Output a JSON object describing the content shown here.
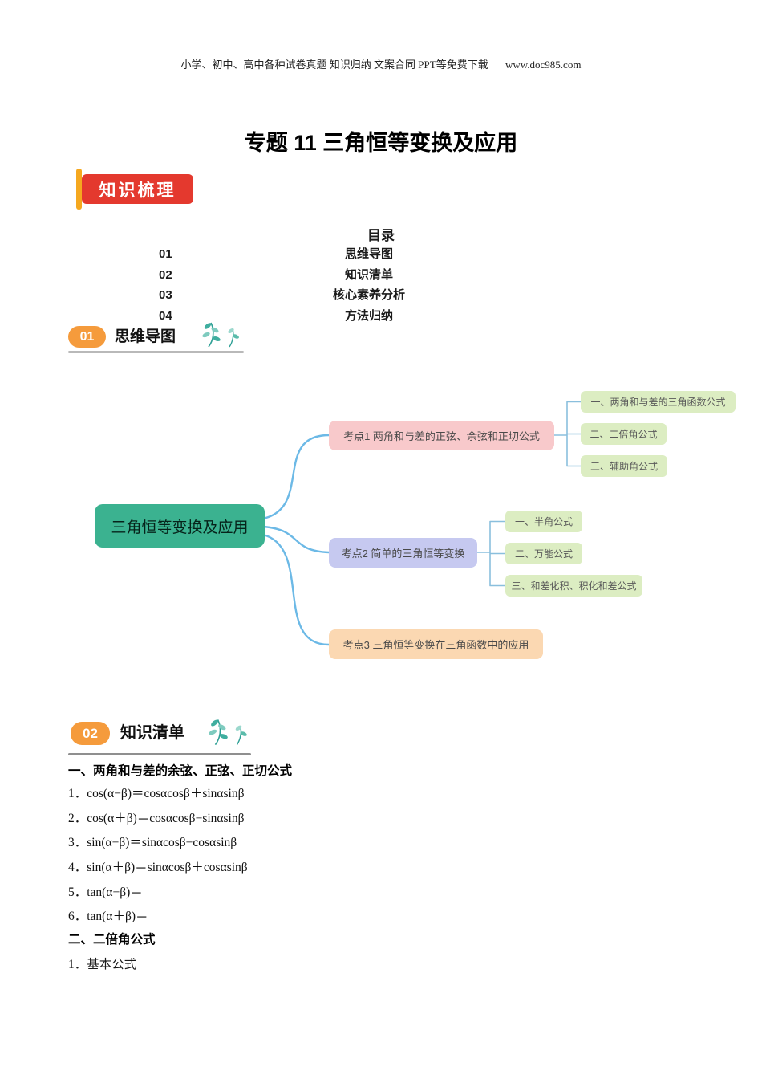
{
  "header": {
    "text": "小学、初中、高中各种试卷真题 知识归纳 文案合同 PPT等免费下载",
    "url": "www.doc985.com"
  },
  "title": "专题 11 三角恒等变换及应用",
  "knowledge_badge": "知识梳理",
  "toc": {
    "title": "目录",
    "items": [
      {
        "num": "01",
        "label": "思维导图"
      },
      {
        "num": "02",
        "label": "知识清单"
      },
      {
        "num": "03",
        "label": "核心素养分析"
      },
      {
        "num": "04",
        "label": "方法归纳"
      }
    ]
  },
  "sections": {
    "mindmap": {
      "num": "01",
      "title": "思维导图"
    },
    "knowledge": {
      "num": "02",
      "title": "知识清单"
    }
  },
  "mindmap": {
    "root": "三角恒等变换及应用",
    "branch1": {
      "label": "考点1 两角和与差的正弦、余弦和正切公式",
      "children": [
        "一、两角和与差的三角函数公式",
        "二、二倍角公式",
        "三、辅助角公式"
      ]
    },
    "branch2": {
      "label": "考点2 简单的三角恒等变换",
      "children": [
        "一、半角公式",
        "二、万能公式",
        "三、和差化积、积化和差公式"
      ]
    },
    "branch3": {
      "label": "考点3 三角恒等变换在三角函数中的应用"
    },
    "colors": {
      "root": "#3BB290",
      "branch1": "#F8C9CB",
      "branch2": "#C6C9F0",
      "branch3": "#FBD8B2",
      "child": "#DCEDC2",
      "line": "#6CB9E6"
    }
  },
  "knowledge_list": {
    "heading1": "一、两角和与差的余弦、正弦、正切公式",
    "formulas": [
      "1．cos(α−β)＝cosαcosβ＋sinαsinβ",
      "2．cos(α＋β)＝cosαcosβ−sinαsinβ",
      "3．sin(α−β)＝sinαcosβ−cosαsinβ",
      "4．sin(α＋β)＝sinαcosβ＋cosαsinβ",
      "5．tan(α−β)＝",
      "6．tan(α＋β)＝"
    ],
    "heading2": "二、二倍角公式",
    "sub_item": "1．基本公式"
  },
  "colors": {
    "badge_red": "#E4392E",
    "badge_yellow": "#F5A81F",
    "accent_orange": "#F59B3C"
  }
}
